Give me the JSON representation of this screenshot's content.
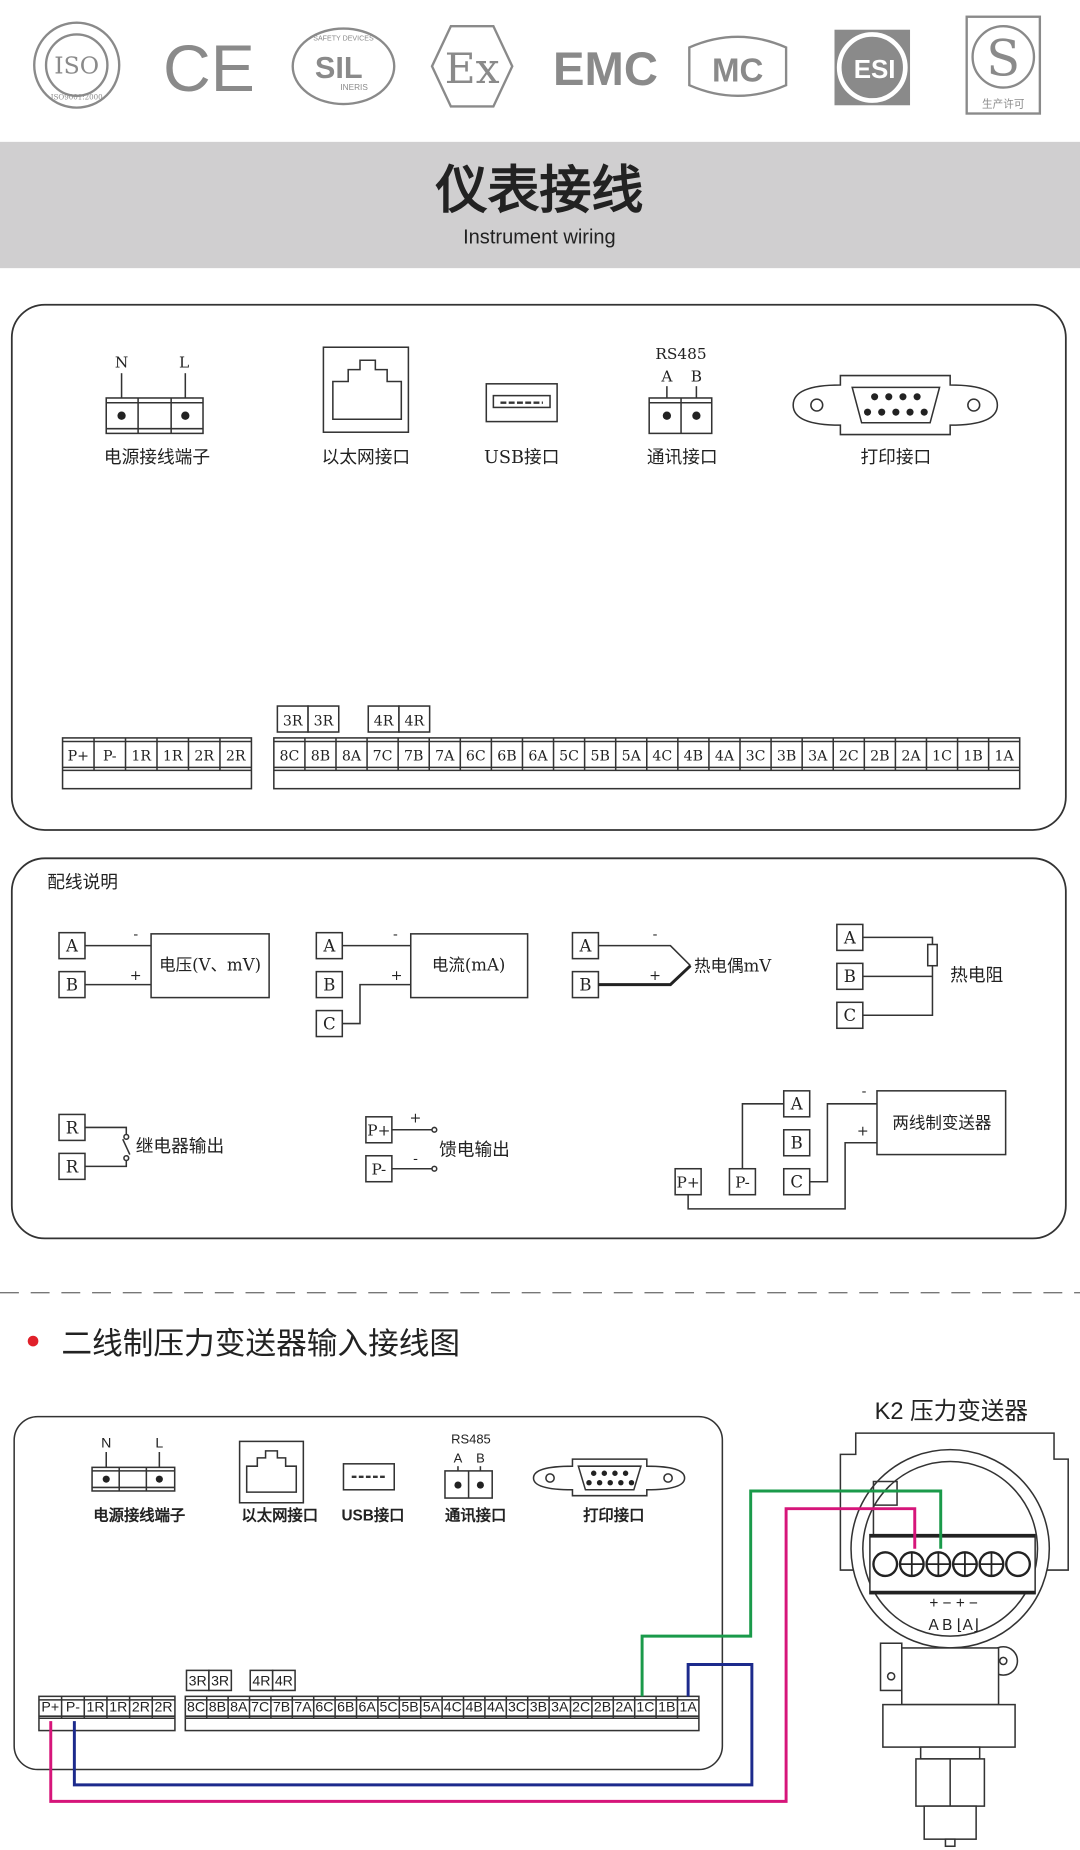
{
  "logos": {
    "iso": "ISO",
    "iso_sub": "ISO9001:2000",
    "ce": "CE",
    "sil": "SIL",
    "sil_top": "SAFETY DEVICES",
    "sil_sub": "INERIS",
    "ex": "Ex",
    "emc": "EMC",
    "mc": "MC",
    "esi": "ESI",
    "qs": "S",
    "qs_sub": "生产许可"
  },
  "header": {
    "title": "仪表接线",
    "subtitle": "Instrument wiring"
  },
  "panel1": {
    "power": {
      "n": "N",
      "l": "L",
      "label": "电源接线端子"
    },
    "ethernet": {
      "label": "以太网接口"
    },
    "usb": {
      "label": "USB接口"
    },
    "comm": {
      "proto": "RS485",
      "a": "A",
      "b": "B",
      "label": "通讯接口"
    },
    "print": {
      "label": "打印接口"
    },
    "tags_left": [
      "3R",
      "3R"
    ],
    "tags_right": [
      "4R",
      "4R"
    ],
    "strip_left": [
      "P+",
      "P-",
      "1R",
      "1R",
      "2R",
      "2R"
    ],
    "strip_right": [
      "8C",
      "8B",
      "8A",
      "7C",
      "7B",
      "7A",
      "6C",
      "6B",
      "6A",
      "5C",
      "5B",
      "5A",
      "4C",
      "4B",
      "4A",
      "3C",
      "3B",
      "3A",
      "2C",
      "2B",
      "2A",
      "1C",
      "1B",
      "1A"
    ]
  },
  "panel2": {
    "title": "配线说明",
    "voltage": {
      "a": "A",
      "b": "B",
      "minus": "-",
      "plus": "+",
      "label": "电压(V、mV)"
    },
    "current": {
      "a": "A",
      "b": "B",
      "c": "C",
      "minus": "-",
      "plus": "+",
      "label": "电流(mA)"
    },
    "thermocouple": {
      "a": "A",
      "b": "B",
      "minus": "-",
      "plus": "+",
      "label": "热电偶mV"
    },
    "rtd": {
      "a": "A",
      "b": "B",
      "c": "C",
      "label": "热电阻"
    },
    "relay": {
      "r1": "R",
      "r2": "R",
      "label": "继电器输出"
    },
    "feed": {
      "p_plus": "P+",
      "p_minus": "P-",
      "plus": "+",
      "minus": "-",
      "label": "馈电输出"
    },
    "two_wire": {
      "a": "A",
      "b": "B",
      "c": "C",
      "p_plus": "P+",
      "p_minus": "P-",
      "minus": "-",
      "plus": "+",
      "label": "两线制变送器"
    }
  },
  "section2": {
    "heading": "二线制压力变送器输入接线图",
    "accent": "#e0202a",
    "transmitter_title": "K2 压力变送器",
    "transmitter_signs": "+ − + −",
    "transmitter_labels": "A  B  ⌊A⌋",
    "wire_colors": {
      "green": "#1a9a4a",
      "blue": "#1c2a8c",
      "magenta": "#d6157a"
    }
  }
}
